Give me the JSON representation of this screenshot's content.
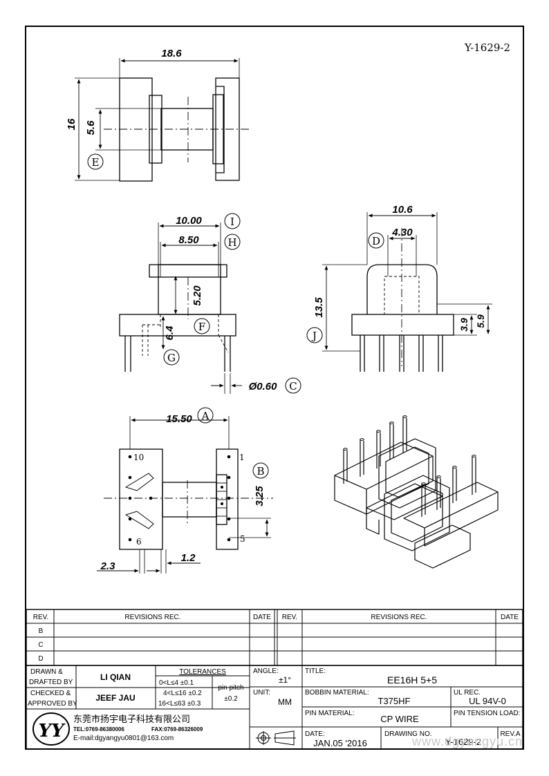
{
  "doc_code": "Y-1629-2",
  "dimensions": {
    "overall_width": "18.6",
    "height": "16",
    "inner": "5.6",
    "flange_outer": "10.00",
    "flange_inner": "8.50",
    "core_window": "5.20",
    "pin_offset": "6.4",
    "pin_diameter": "Ø0.60",
    "side_width": "10.6",
    "core_width": "4.30",
    "side_height": "13.5",
    "base_height": "3.9",
    "total_base": "5.9",
    "pin_span": "15.50",
    "pin_pitch": "3.25",
    "pin_width": "1.2",
    "pin_offset_bottom": "2.3"
  },
  "markers": {
    "A": "A",
    "B": "B",
    "C": "C",
    "D": "D",
    "E": "E",
    "F": "F",
    "G": "G",
    "H": "H",
    "I": "I",
    "J": "J"
  },
  "pin_numbers": {
    "p10": "10",
    "p1": "1",
    "p6": "6",
    "p5": "5"
  },
  "revisions": {
    "rev_header": "REV.",
    "rec_header": "REVISIONS   REC.",
    "date_header": "DATE",
    "rows": [
      "B",
      "C",
      "D"
    ]
  },
  "title_block": {
    "drawn_label_1": "DRAWN &",
    "drawn_label_2": "DRAFTED BY",
    "drawn_by": "LI QIAN",
    "checked_label_1": "CHECKED &",
    "checked_label_2": "APPROVED BY",
    "checked_by": "JEEF JAU",
    "tolerances_label": "TOLERANCES",
    "tol_1": "0<L≤4   ±0.1",
    "tol_2": "4<L≤16  ±0.2",
    "tol_3": "16<L≤63  ±0.3",
    "pin_pitch_label": "pin pitch",
    "pin_pitch_tol": "±0.2",
    "angle_label": "ANGLE:",
    "angle_value": "±1°",
    "unit_label": "UNIT:",
    "unit_value": "MM",
    "title_label": "TITLE:",
    "title_value": "EE16H  5+5",
    "bobbin_label": "BOBBIN MATERIAL:",
    "bobbin_value": "T375HF",
    "ul_label": "UL REC.",
    "ul_value": "UL  94V-0",
    "pin_material_label": "PIN MATERIAL:",
    "pin_material_value": "CP  WIRE",
    "pin_tension_label": "PIN TENSION LOAD:",
    "date_label": "DATE:",
    "date_value": "JAN.05  '2016",
    "drawing_no_label": "DRAWING NO.",
    "drawing_no_value": "Y-1629-2",
    "rev_a_label": "REV.A"
  },
  "company": {
    "name": "东莞市扬宇电子科技有限公司",
    "tel": "TEL:0769-86380006",
    "fax": "FAX:0769-86326009",
    "email": "E-mail:dgyangyu0801@163.com",
    "logo_letters": "YY"
  },
  "watermark": "www.dgyangyu.cn"
}
